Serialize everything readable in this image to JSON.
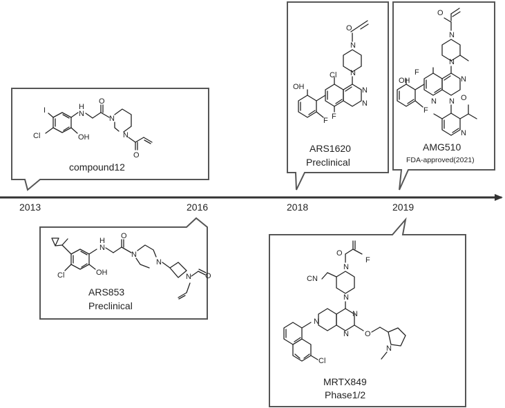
{
  "timeline": {
    "years": [
      "2013",
      "2016",
      "2018",
      "2019"
    ]
  },
  "compounds": [
    {
      "name": "compound12",
      "status": ""
    },
    {
      "name": "ARS853",
      "status": "Preclinical"
    },
    {
      "name": "ARS1620",
      "status": "Preclinical"
    },
    {
      "name": "AMG510",
      "status": "FDA-approved(2021)"
    },
    {
      "name": "MRTX849",
      "status": "Phase1/2"
    }
  ],
  "atoms": {
    "I": "I",
    "Cl": "Cl",
    "OH": "OH",
    "H": "H",
    "N": "N",
    "O": "O",
    "F": "F",
    "CN": "CN"
  },
  "colors": {
    "line": "#333333",
    "box": "#555555",
    "background": "#ffffff"
  }
}
